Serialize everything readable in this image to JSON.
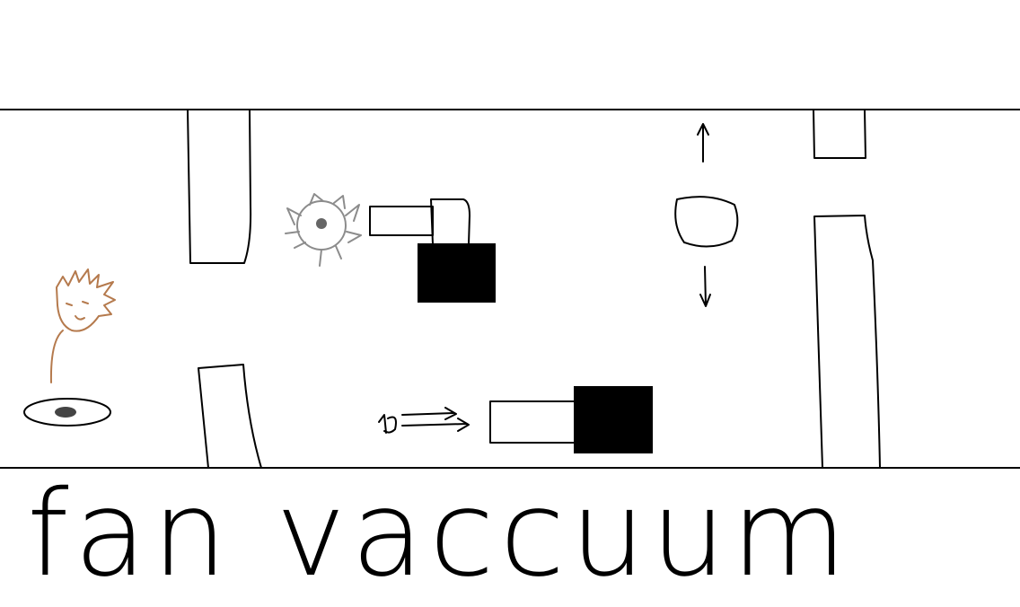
{
  "caption": {
    "text": "fan vaccuum"
  },
  "colors": {
    "background": "#ffffff",
    "ink": "#000000",
    "player": "#b57a4d",
    "enemy": "#8c8c8c"
  },
  "sprites": {
    "player": "scribble-flame-creature",
    "player_platform": "oval-base",
    "enemy": "spiky-gear-creature",
    "moving_platform": "rounded-blob",
    "fan": "fan-blower",
    "vacuum": "vacuum-blower"
  }
}
